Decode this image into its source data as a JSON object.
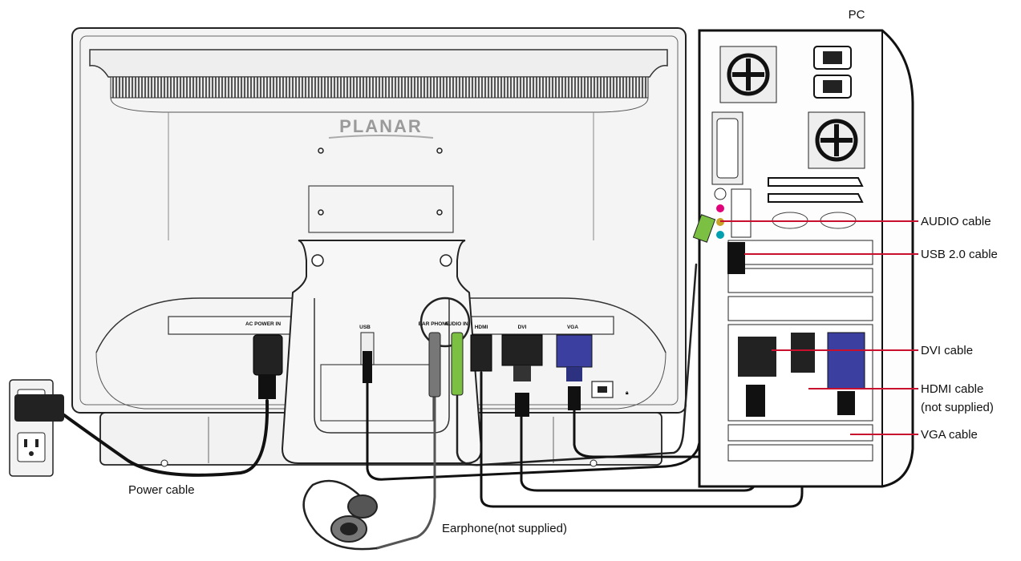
{
  "monitor": {
    "brand": "PLANAR",
    "ports": {
      "power": "AC POWER IN",
      "usb": "USB",
      "ear": "EAR PHONE",
      "audio_in": "AUDIO IN",
      "hdmi": "HDMI",
      "dvi": "DVI",
      "vga": "VGA"
    }
  },
  "pc": {
    "title": "PC"
  },
  "labels": {
    "audio_cable": "AUDIO cable",
    "usb_cable": "USB 2.0 cable",
    "dvi_cable": "DVI cable",
    "hdmi_cable": "HDMI cable",
    "hdmi_note": "(not supplied)",
    "vga_cable": "VGA cable",
    "power_cable": "Power cable",
    "earphone": "Earphone(not supplied)"
  },
  "colors": {
    "leader_line": "#c8102e",
    "vga_connector": "#3a3fa0",
    "audio_plug": "#7bc043",
    "outline": "#1a1a1a"
  }
}
